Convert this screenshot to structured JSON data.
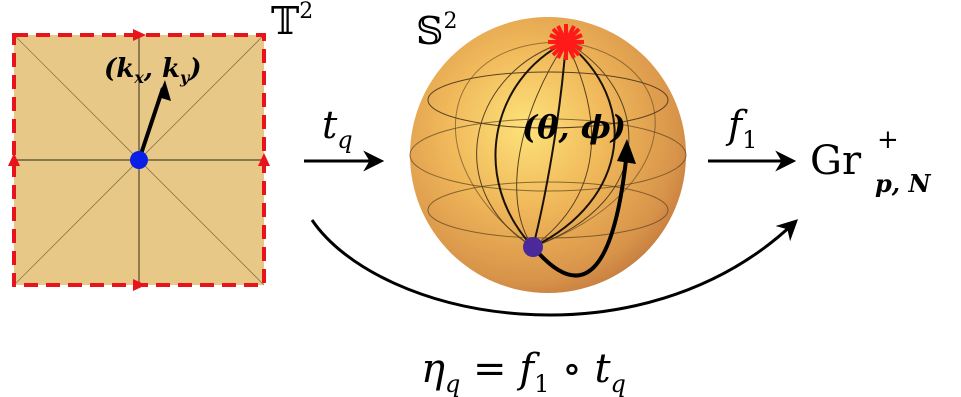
{
  "torus": {
    "symbol": "𝕋",
    "exponent": "2",
    "point_label": "(k",
    "point_label_x_sub": "x",
    "point_label_sep": ", k",
    "point_label_y_sub": "y",
    "point_label_close": ")",
    "fill_color": "#e8c887",
    "boundary_color": "#e8141c",
    "point_color": "#0a1fe6"
  },
  "sphere": {
    "symbol": "𝕊",
    "exponent": "2",
    "point_label": "(θ, ϕ)",
    "body_color": "#e9a848",
    "pole_color": "#ff1a1a",
    "point_color": "#4a2a9a"
  },
  "maps": {
    "t_q": {
      "base": "t",
      "sub": "q"
    },
    "f_1": {
      "base": "f",
      "sub": "1"
    },
    "target": {
      "base": "Gr",
      "sup": "+",
      "sub": "p, N"
    },
    "composite": {
      "lhs": "η",
      "lhs_sub": "q",
      "eq": " = ",
      "f": "f",
      "f_sub": "1",
      "comp": " ∘ ",
      "t": "t",
      "t_sub": "q"
    }
  }
}
